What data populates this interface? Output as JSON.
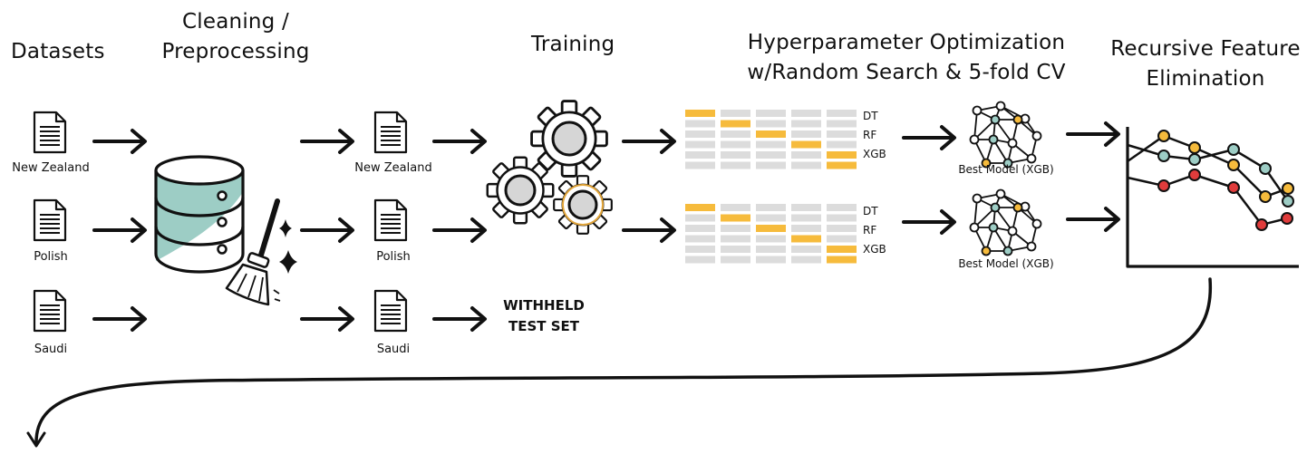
{
  "stages": {
    "datasets": "Datasets",
    "cleaning_line1": "Cleaning /",
    "cleaning_line2": "Preprocessing",
    "training": "Training",
    "hpo_line1": "Hyperparameter Optimization",
    "hpo_line2": "w/Random Search & 5-fold CV",
    "rfe_line1": "Recursive Feature",
    "rfe_line2": "Elimination"
  },
  "datasets": [
    "New Zealand",
    "Polish",
    "Saudi"
  ],
  "withheld_line1": "WITHHELD",
  "withheld_line2": "TEST SET",
  "model_labels": [
    "DT",
    "RF",
    "XGB"
  ],
  "best_model": "Best Model (XGB)",
  "colors": {
    "accent_orange": "#f6bb3c",
    "teal": "#9dcdc5",
    "red": "#e03c3c",
    "grid_gray": "#dcdcdc",
    "ink": "#111111"
  },
  "icons": [
    "document-icon",
    "database-icon",
    "broom-icon",
    "sparkle-icon",
    "gear-icon",
    "neural-network-icon",
    "line-chart-icon",
    "arrow-icon"
  ]
}
